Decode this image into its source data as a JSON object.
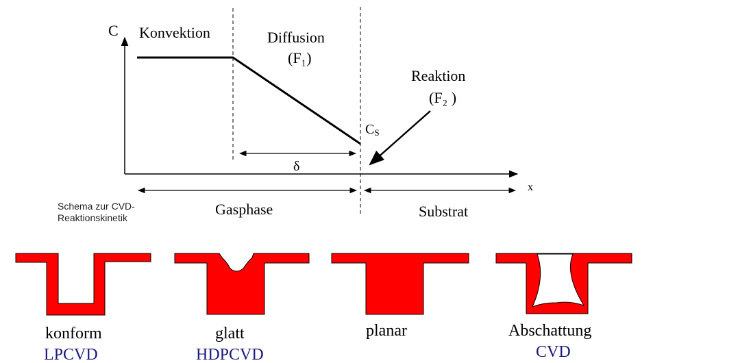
{
  "diagram": {
    "axes": {
      "y_label": "C",
      "x_label": "x"
    },
    "regions": {
      "convection": "Konvektion",
      "diffusion": "Diffusion",
      "diffusion_flux": "(F₁)",
      "reaction": "Reaktion",
      "reaction_flux": "(F₂ )"
    },
    "surface_concentration": "C",
    "surface_concentration_sub": "S",
    "boundary_layer_symbol": "δ",
    "zones": {
      "gas": "Gasphase",
      "substrate": "Substrat"
    },
    "caption_line1": "Schema zur CVD-",
    "caption_line2": "Reaktionskinetik"
  },
  "profiles": [
    {
      "label": "konform",
      "method": "LPCVD"
    },
    {
      "label": "glatt",
      "method": "HDPCVD"
    },
    {
      "label": "planar",
      "method": ""
    },
    {
      "label": "Abschattung",
      "method": "CVD"
    }
  ],
  "colors": {
    "fill": "#ff0000",
    "method_text": "#1a1a7e",
    "ink": "#000000"
  }
}
